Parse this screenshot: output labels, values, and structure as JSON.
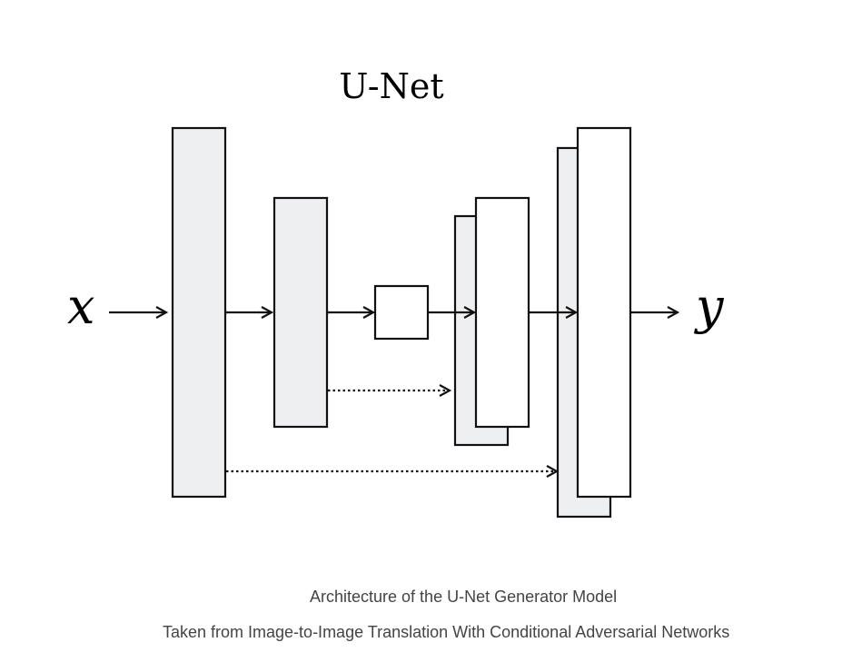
{
  "diagram": {
    "title": "U-Net",
    "input_label": "x",
    "output_label": "y",
    "colors": {
      "filled_block": "#eeeff0",
      "open_block": "#ffffff",
      "stroke": "#111111"
    },
    "encoder_blocks": [
      "input-layer-block",
      "encoder-block-2",
      "bottleneck-block"
    ],
    "decoder_blocks": [
      "decoder-block-1",
      "decoder-block-2"
    ],
    "skip_connections": [
      {
        "from": "encoder-block-2",
        "to": "decoder-block-1"
      },
      {
        "from": "input-layer-block",
        "to": "decoder-block-2"
      }
    ]
  },
  "captions": {
    "line1": "Architecture of the U-Net Generator Model",
    "line2": "Taken from Image-to-Image Translation With Conditional Adversarial Networks"
  }
}
